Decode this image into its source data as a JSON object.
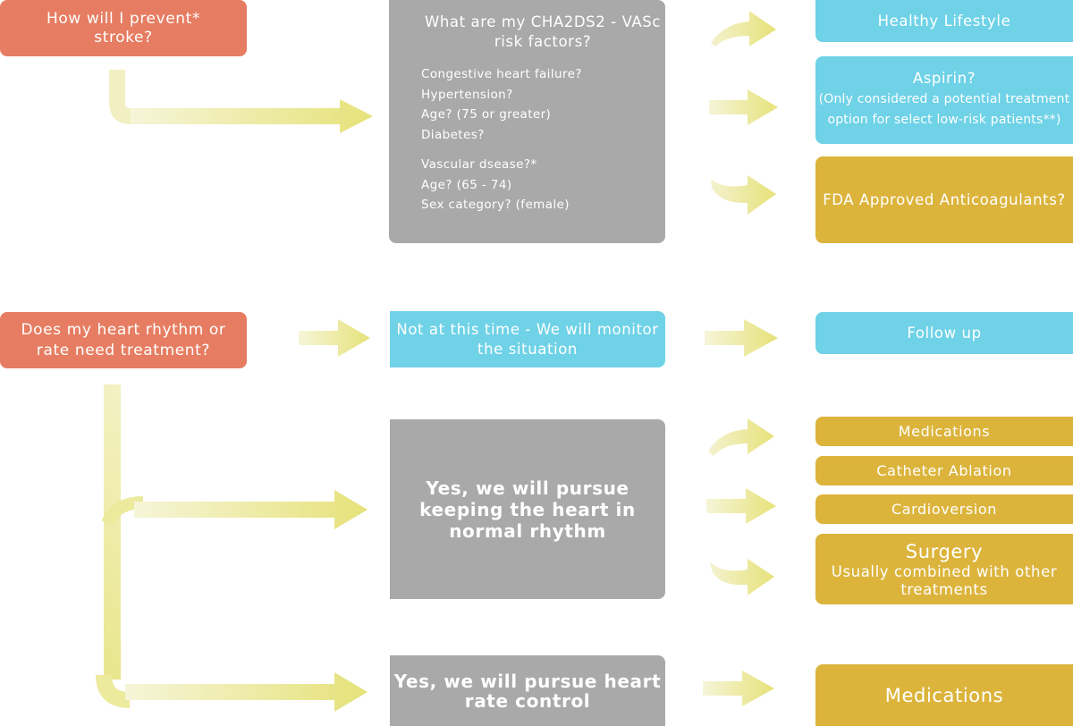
{
  "stroke_question": "How will I prevent* stroke?",
  "risk": {
    "title": "What are my CHA2DS2 - VASc risk factors?",
    "group_a": [
      "Congestive heart failure?",
      "Hypertension?",
      "Age? (75 or greater)",
      "Diabetes?"
    ],
    "group_b": [
      "Vascular dsease?*",
      "Age? (65 - 74)",
      "Sex category? (female)"
    ]
  },
  "stroke_options": {
    "healthy": "Healthy Lifestyle",
    "aspirin_title": "Aspirin?",
    "aspirin_note": "(Only considered a potential treatment option for select low-risk patients**)",
    "fda": "FDA Approved Anticoagulants?"
  },
  "rhythm_question": "Does my heart rhythm or rate need treatment?",
  "not_now": "Not at this time - We will monitor the situation",
  "follow_up": "Follow up",
  "rhythm_control": "Yes, we will pursue keeping the heart in normal rhythm",
  "rhythm_options": {
    "medications": "Medications",
    "catheter": "Catheter Ablation",
    "cardioversion": "Cardioversion",
    "surgery_title": "Surgery",
    "surgery_note": "Usually combined with other treatments"
  },
  "rate_control": "Yes, we will pursue heart rate control",
  "rate_medications": "Medications",
  "colors": {
    "question": "#e67d62",
    "neutral": "#a9a9a9",
    "option_blue": "#6fd2e7",
    "option_gold": "#dcb43c",
    "arrow": "#ece9a0"
  }
}
